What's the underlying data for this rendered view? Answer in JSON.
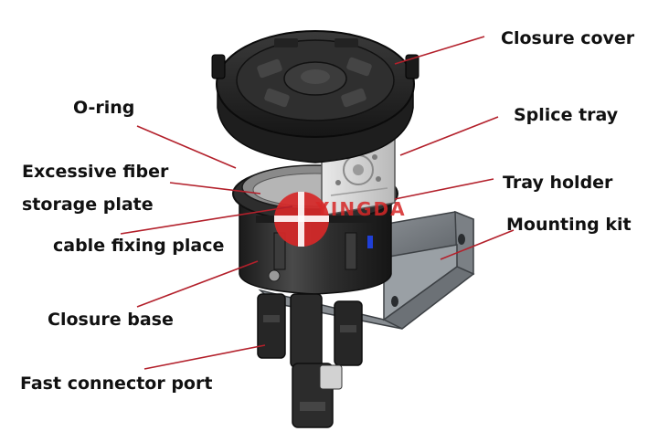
{
  "labels": {
    "closure_cover": "Closure cover",
    "splice_tray": "Splice tray",
    "tray_holder": "Tray holder",
    "mounting_kit": "Mounting kit",
    "o_ring": "O-ring",
    "excess_fiber_line1": "Excessive fiber",
    "excess_fiber_line2": "storage plate",
    "cable_fixing": "cable fixing place",
    "closure_base": "Closure base",
    "fast_connector": "Fast connector port"
  },
  "watermark": "YINGDA",
  "colors": {
    "leader": "#b3202b",
    "logo_red": "#d62828",
    "body_dark": "#2b2b2b",
    "bracket": "#6f7478",
    "accent_blue": "#1f3fd6"
  }
}
